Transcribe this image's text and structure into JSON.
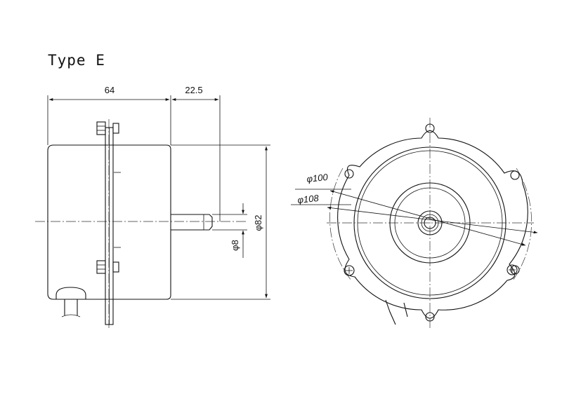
{
  "title": "Type E",
  "dimensions": {
    "length_body": "64",
    "length_shaft": "22.5",
    "diameter_shaft": "φ8",
    "diameter_body": "φ82",
    "diameter_100": "φ100",
    "diameter_108": "φ108"
  },
  "colors": {
    "line": "#111111",
    "background": "#ffffff"
  }
}
